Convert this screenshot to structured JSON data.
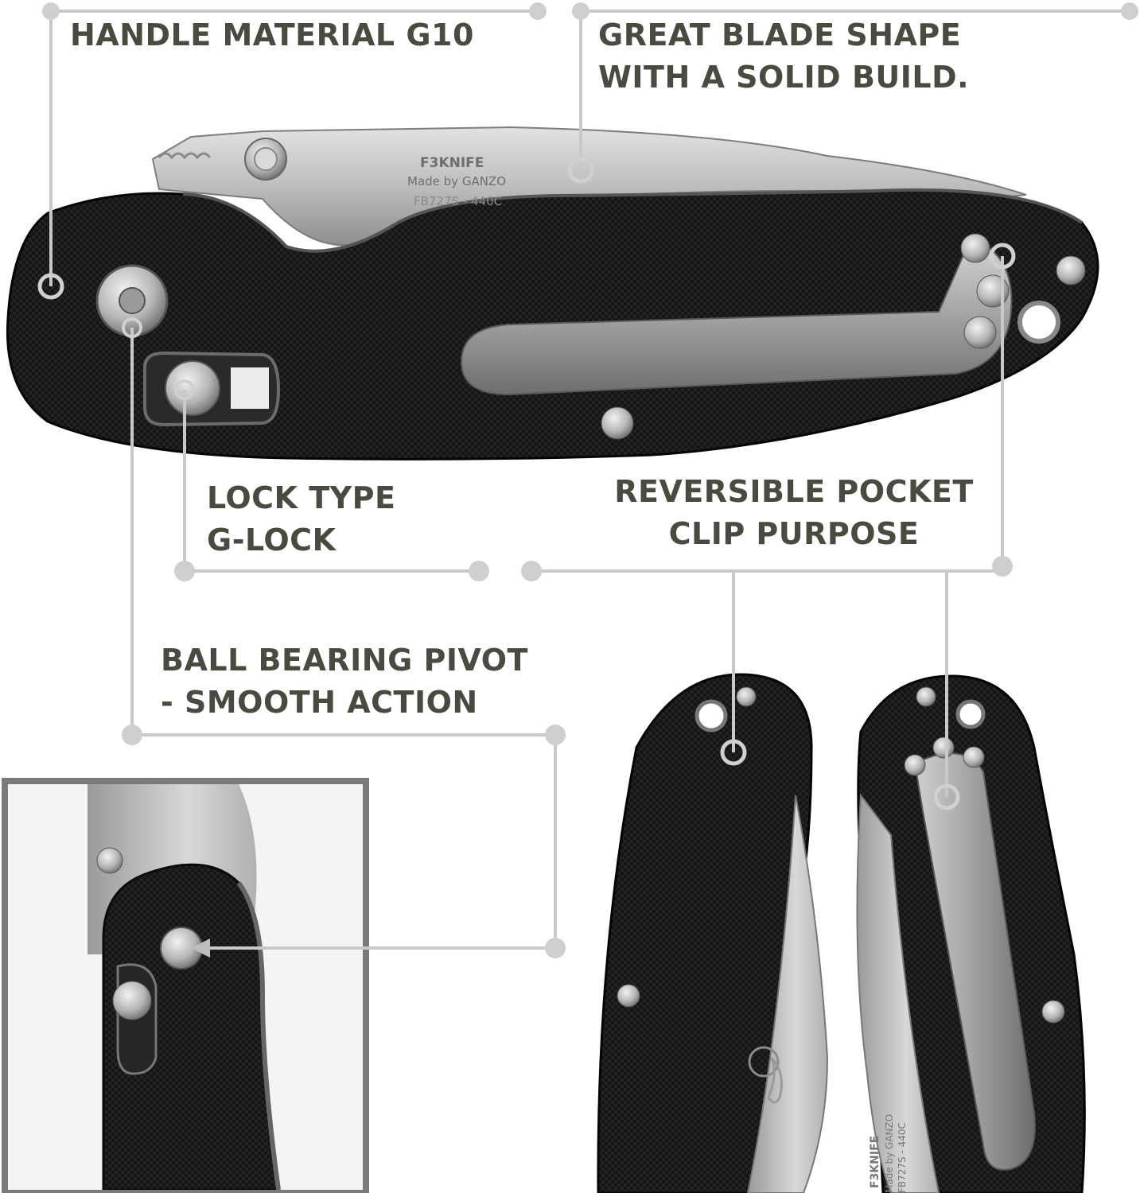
{
  "colors": {
    "label_text": "#4a4a40",
    "callout_line": "#c9c9c9",
    "callout_dot": "#cfcfcf",
    "handle_black": "#141414",
    "blade_steel": "#b8b8b8",
    "clip_steel": "#a9a9a9",
    "inset_frame": "#7a7a7a"
  },
  "callouts": {
    "handle_material": "HANDLE MATERIAL G10",
    "blade_shape": "GREAT BLADE SHAPE\nWITH A SOLID BUILD.",
    "lock_type": "LOCK TYPE\nG-LOCK",
    "pocket_clip": "REVERSIBLE POCKET\nCLIP PURPOSE",
    "pivot": "BALL BEARING PIVOT\n- SMOOTH ACTION"
  },
  "blade_marking": {
    "brand": "F3KNIFE",
    "maker": "Made by GANZO",
    "model": "FB727S - 440C"
  },
  "icons": {
    "callout_dot": "circle-dot-icon",
    "pivot_arrow": "arrow-left-icon",
    "flame_logo": "flame-logo-icon"
  }
}
